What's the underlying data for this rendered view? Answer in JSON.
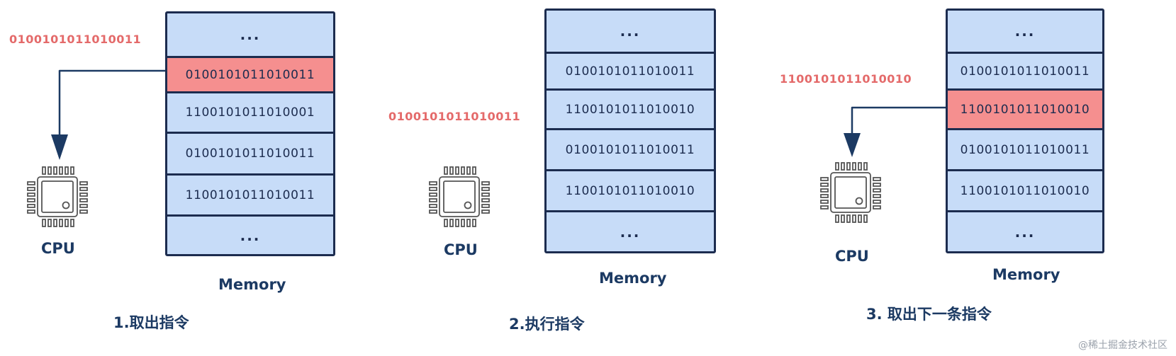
{
  "colors": {
    "memory_fill": "#c7dcf8",
    "highlight": "#f58f8f",
    "outline": "#1c2c4f",
    "binary_text": "#e46a6a",
    "label": "#1c3a63"
  },
  "panels": [
    {
      "fetched_value": "0100101011010011",
      "cpu_label": "CPU",
      "memory_label": "Memory",
      "step_label": "1.取出指令",
      "cells": [
        "...",
        "0100101011010011",
        "1100101011010001",
        "0100101011010011",
        "1100101011010011",
        "..."
      ],
      "highlighted_index": 1,
      "chip_icon": "cpu-chip-icon"
    },
    {
      "fetched_value": "0100101011010011",
      "cpu_label": "CPU",
      "memory_label": "Memory",
      "step_label": "2.执行指令",
      "cells": [
        "...",
        "0100101011010011",
        "1100101011010010",
        "0100101011010011",
        "1100101011010010",
        "..."
      ],
      "highlighted_index": null,
      "chip_icon": "cpu-chip-icon"
    },
    {
      "fetched_value": "1100101011010010",
      "cpu_label": "CPU",
      "memory_label": "Memory",
      "step_label": "3. 取出下一条指令",
      "cells": [
        "...",
        "0100101011010011",
        "1100101011010010",
        "0100101011010011",
        "1100101011010010",
        "..."
      ],
      "highlighted_index": 2,
      "chip_icon": "cpu-chip-icon"
    }
  ],
  "watermark": "@稀土掘金技术社区"
}
